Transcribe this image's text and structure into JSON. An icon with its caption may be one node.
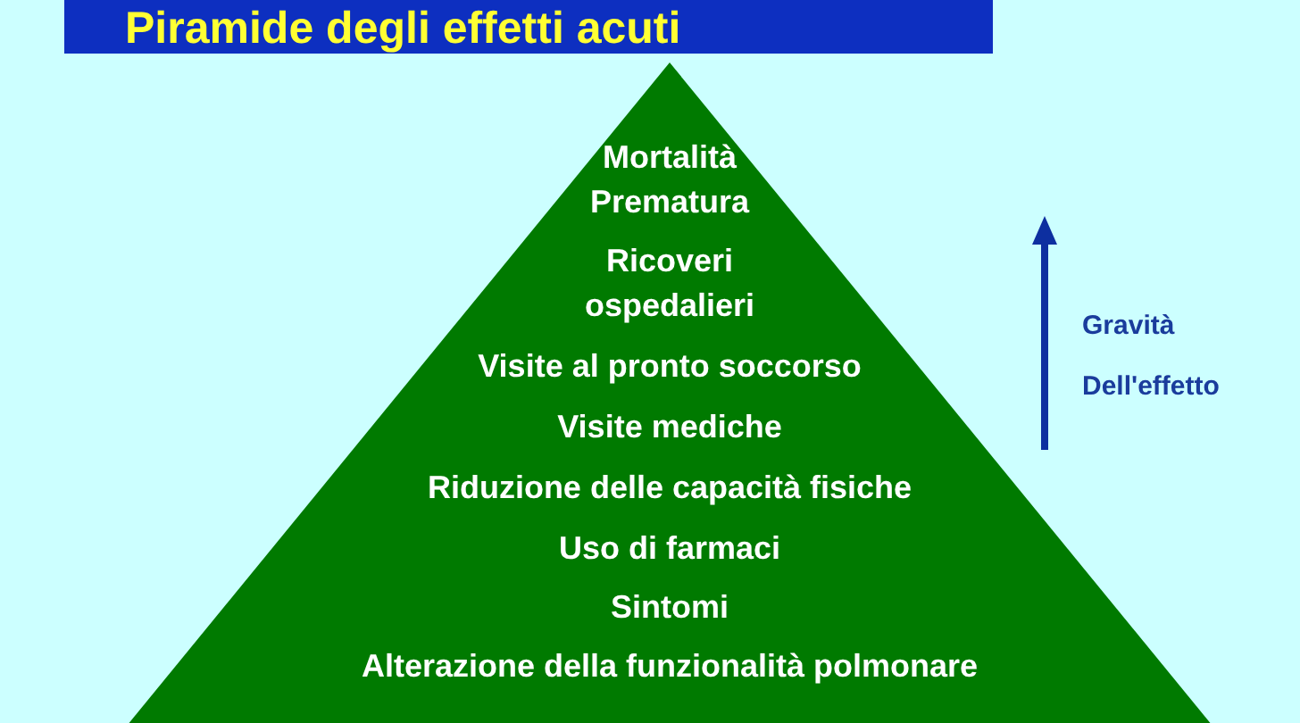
{
  "diagram": {
    "title": "Piramide degli effetti acuti",
    "nodes": [
      {
        "text": [
          "Mortalità Prematura",
          "Ricoveri ospedalieri",
          "Visite al pronto soccorso",
          "Visite mediche",
          "Riduzione delle capacità fisiche",
          "Uso di farmaci",
          "Sintomi",
          "Alterazione della funzionalità polmonare"
        ]
      }
    ],
    "labels": [
      "Gravità",
      "Dell'effetto"
    ]
  }
}
